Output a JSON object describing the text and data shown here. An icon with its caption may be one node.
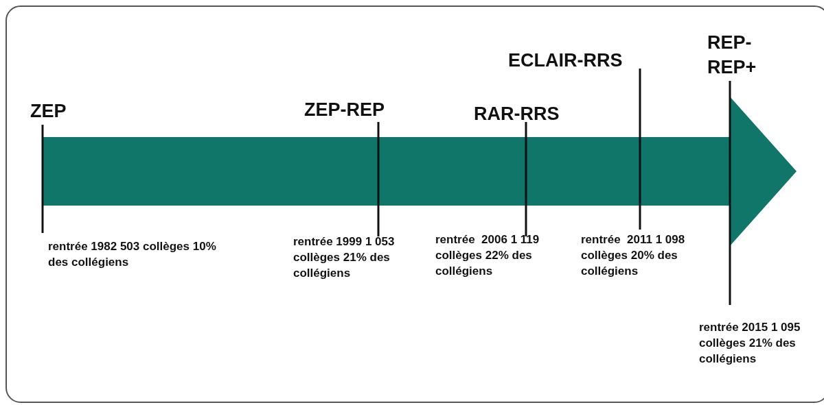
{
  "diagram": {
    "labels": [
      "ZEP",
      "rentrée 1982 503 collèges 10% des collégiens",
      "ZEP-REP",
      "rentrée 1999 1 053 collèges 21% des collégiens",
      "RAR-RRS",
      "rentrée  2006 1 119 collèges 22% des collégiens",
      "ECLAIR-RRS",
      "rentrée  2011 1 098 collèges 20% des collégiens",
      "REP- REP+",
      "rentrée 2015 1 095 collèges 21% des collégiens"
    ]
  }
}
